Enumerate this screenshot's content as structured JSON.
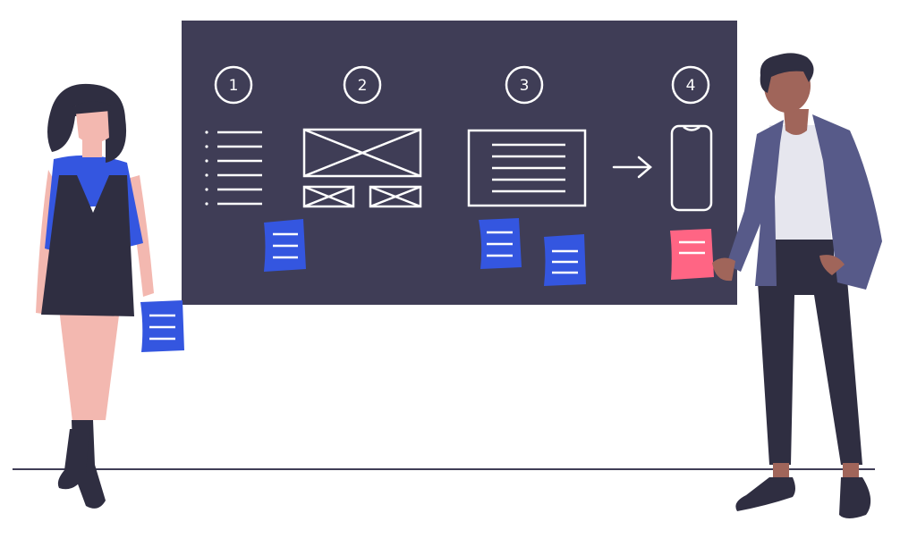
{
  "steps": {
    "one": "1",
    "two": "2",
    "three": "3",
    "four": "4"
  },
  "colors": {
    "board": "#3f3d56",
    "line": "#ffffff",
    "note_blue": "#3456e0",
    "note_pink": "#ff6584",
    "skin_light": "#f3b8b0",
    "skin_dark": "#a0655a",
    "hair": "#2f2e41",
    "jacket": "#575a89",
    "shirt": "#e6e6ee",
    "ground": "#3f3d56"
  },
  "icons": {
    "arrow": "arrow-right-icon"
  }
}
